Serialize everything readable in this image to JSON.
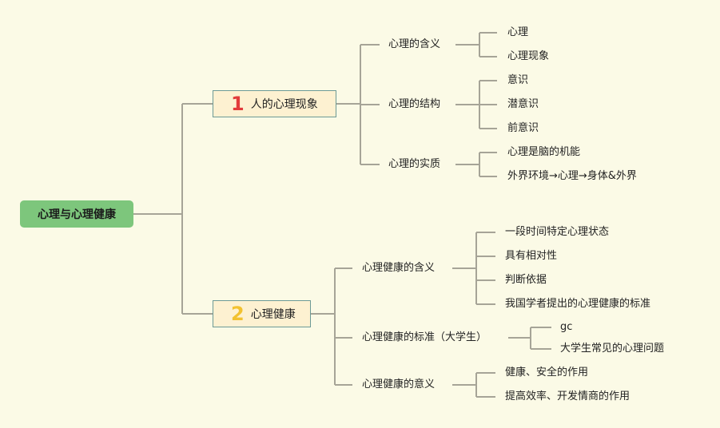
{
  "root": {
    "label": "心理与心理健康"
  },
  "branch1": {
    "number": "1",
    "label": "人的心理现象",
    "children": [
      {
        "label": "心理的含义",
        "items": [
          "心理",
          "心理现象"
        ]
      },
      {
        "label": "心理的结构",
        "items": [
          "意识",
          "潜意识",
          "前意识"
        ]
      },
      {
        "label": "心理的实质",
        "items": [
          "心理是脑的机能",
          "外界环境→心理→身体&外界"
        ]
      }
    ]
  },
  "branch2": {
    "number": "2",
    "label": "心理健康",
    "children": [
      {
        "label": "心理健康的含义",
        "items": [
          "一段时间特定心理状态",
          "具有相对性",
          "判断依据",
          "我国学者提出的心理健康的标准"
        ]
      },
      {
        "label": "心理健康的标准（大学生）",
        "items": [
          "gc",
          "大学生常见的心理问题"
        ]
      },
      {
        "label": "心理健康的意义",
        "items": [
          "健康、安全的作用",
          "提高效率、开发情商的作用"
        ]
      }
    ]
  },
  "colors": {
    "background": "#fbfae6",
    "root_fill": "#7dc67c",
    "branch_fill": "#fdf1d1",
    "branch_border": "#6c9a96",
    "connector": "#a6a497",
    "number_1": "#e23b3b",
    "number_2": "#f2c230"
  }
}
